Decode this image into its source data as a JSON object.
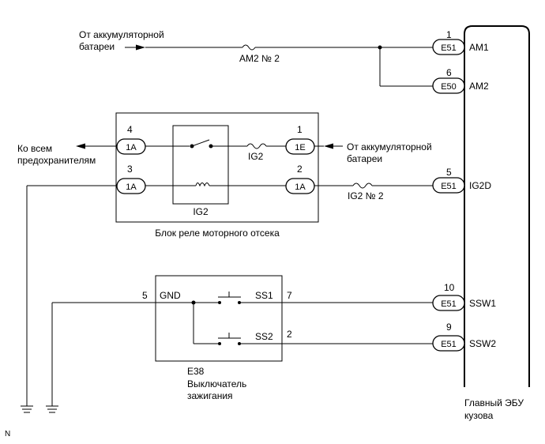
{
  "labels": {
    "from_battery_top_line1": "От аккумуляторной",
    "from_battery_top_line2": "батареи",
    "fuse_am2": "AM2 № 2",
    "to_all_fuses_line1": "Ко всем",
    "to_all_fuses_line2": "предохранителям",
    "from_battery_mid_line1": "От аккумуляторной",
    "from_battery_mid_line2": "батареи",
    "fuse_ig2": "IG2",
    "relay_ig2": "IG2",
    "fuse_ig2_no2": "IG2 № 2",
    "relay_block": "Блок реле моторного отсека",
    "switch_id": "E38",
    "switch_line1": "Выключатель",
    "switch_line2": "зажигания",
    "ecu_line1": "Главный ЭБУ",
    "ecu_line2": "кузова",
    "corner_mark": "N"
  },
  "connectors": {
    "e51_am1": "E51",
    "e50_am2": "E50",
    "r_1a_top": "1A",
    "r_1e": "1E",
    "r_1a_bottom_left": "1A",
    "r_1a_bottom_right": "1A",
    "e51_ig2d": "E51",
    "e51_ssw1": "E51",
    "e51_ssw2": "E51"
  },
  "pins": {
    "am1_num": "1",
    "am2_num": "6",
    "relay_4": "4",
    "relay_1": "1",
    "relay_3": "3",
    "relay_2": "2",
    "ig2d_num": "5",
    "ssw1_num": "10",
    "ssw2_num": "9",
    "sw_5": "5",
    "sw_7": "7",
    "sw_2": "2"
  },
  "terminals": {
    "am1": "AM1",
    "am2": "AM2",
    "ig2d": "IG2D",
    "ssw1": "SSW1",
    "ssw2": "SSW2",
    "gnd": "GND",
    "ss1": "SS1",
    "ss2": "SS2"
  }
}
